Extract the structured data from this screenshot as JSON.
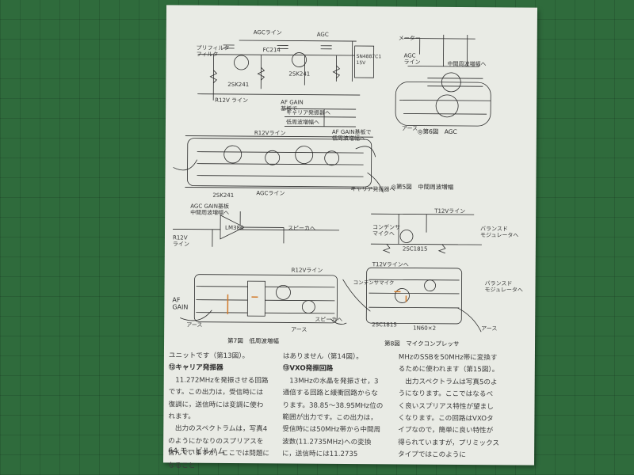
{
  "diagram_labels": {
    "agc_line_top": "AGCライン",
    "prefix_filter": "プリフィルタ\nフィルタ",
    "fc214": "FC214",
    "agc": "AGC",
    "ic_sn": "SN4887C1\n15V",
    "tr_2sk241_a": "2SK241",
    "tr_2sk241_b": "2SK241",
    "r12v_line": "R12V ライン",
    "carrier_osc_out": "キャリア発振器へ",
    "af_gain": "AF GAIN\n基板で",
    "lowfreq_amp_out": "低周波増幅へ",
    "meter": "メーター",
    "agc_line_right": "AGC\nライン",
    "mid_amp_right": "中間周波増幅へ",
    "fig6_earth": "アース",
    "agc_line_mid": "AGCライン",
    "r12v_line_mid": "R12Vライン",
    "mid_amp_from_board": "AF GAIN基板で\n低周波増幅へ",
    "carrier_osc_mid": "キャリア発振器へ",
    "tr_2sk241_bottom": "2SK241",
    "lm386": "LM386",
    "speaker": "スピーカへ",
    "agc_gain": "AGC GAIN基板\n中間周波増幅へ",
    "r12v_line_left": "R12V\nライン",
    "t12v_line": "T12Vライン",
    "condenser_mic": "コンデンサ\nマイクへ",
    "tr_2sc1815": "2SC1815",
    "balanced_mod": "バランスド\nモジュレータへ",
    "r12v_line_fig7": "R12Vライン",
    "af_gain_fig7": "AF\nGAIN",
    "earth_a": "アース",
    "speaker_fig7": "スピーカへ",
    "earth_b": "アース",
    "t12v_line_fig8": "T12Vラインへ",
    "condenser_mic_fig8": "コンデンサマイク",
    "balanced_mod_fig8": "バランスド\nモジュレータへ",
    "earth_c": "アース",
    "tr_2sc1815_fig8": "2SC1815",
    "diode": "1N60×2"
  },
  "captions": {
    "fig5": "◎第5図　中間周波増幅",
    "fig6": "◎第6図　AGC",
    "fig7": "第7図　低周波増幅",
    "fig8": "第8図　マイクコンプレッサ"
  },
  "article": {
    "col1": [
      {
        "text": "ユニットです（第13図）。",
        "heading": false
      },
      {
        "text": "⑫キャリア発振器",
        "heading": true
      },
      {
        "text": "　11.272MHzを発振させる回路です。この出力は，受信時には復調に，送信時には変調に使われます。",
        "heading": false
      },
      {
        "text": "　出力のスペクトラムは，写真4のようにかなりのスプリアスを含んでいますが，ここでは問題になること",
        "heading": false
      }
    ],
    "col2": [
      {
        "text": "はありません（第14図）。",
        "heading": false
      },
      {
        "text": "⑬VXO発振回路",
        "heading": true
      },
      {
        "text": "　13MHzの水晶を発振させ，3通倍する回路と緩衝回路からなります。38.85～38.95MHz位の範囲が出力です。この出力は，受信時には50MHz帯から中間周波数(11.2735MHz)への変換に，送信時には11.2735",
        "heading": false
      }
    ],
    "col3": [
      {
        "text": "MHzのSSBを50MHz帯に変換するために使われます（第15図）。",
        "heading": false
      },
      {
        "text": "　出力スペクトラムは写真5のようになります。ここではなるべく良いスプリアス特性が望ましくなります。この回路はVXOタイプなので，簡単に良い特性が得られていますが，プリミックスタイプではこのように",
        "heading": false
      }
    ]
  },
  "footer": "64 モービルハム"
}
